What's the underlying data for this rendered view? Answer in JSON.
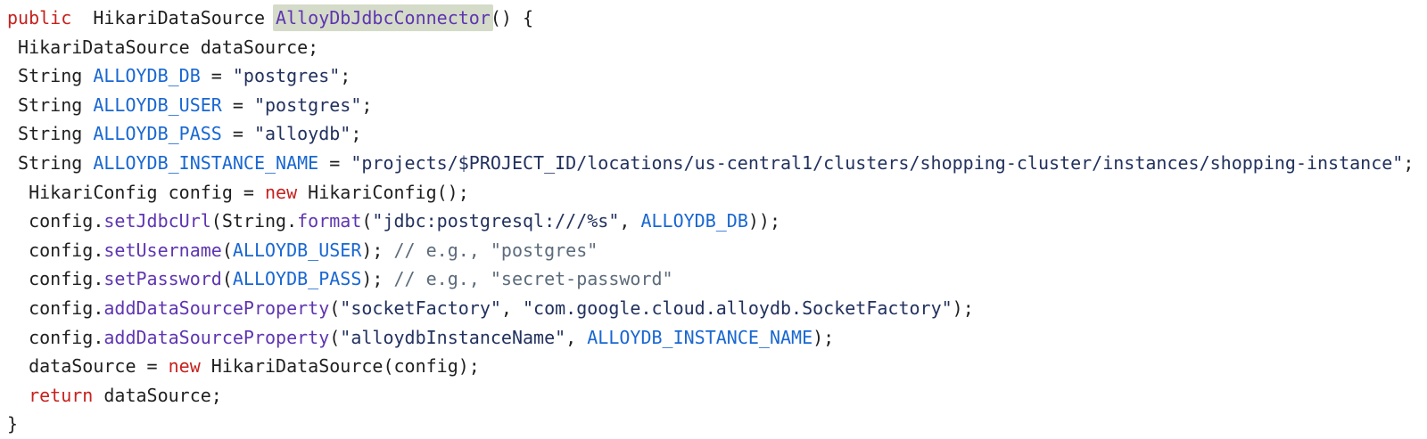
{
  "code_block": {
    "language": "java",
    "highlighted_symbol": "AlloyDbJdbcConnector",
    "colors": {
      "plain": "#1f1f1f",
      "keyword": "#c5221f",
      "constant": "#1967d2",
      "method": "#5e35b1",
      "string": "#22315e",
      "comment": "#5c6b7a",
      "highlight_bg": "#d4dbc9",
      "background": "#ffffff"
    },
    "lines": [
      {
        "segments": [
          {
            "t": "public",
            "c": "keyword"
          },
          {
            "t": "  HikariDataSource ",
            "c": "plain"
          },
          {
            "t": "AlloyDbJdbcConnector",
            "c": "method",
            "highlight": true
          },
          {
            "t": "() {",
            "c": "plain"
          }
        ]
      },
      {
        "segments": [
          {
            "t": " HikariDataSource dataSource;",
            "c": "plain"
          }
        ]
      },
      {
        "segments": [
          {
            "t": " String ",
            "c": "plain"
          },
          {
            "t": "ALLOYDB_DB",
            "c": "constant"
          },
          {
            "t": " = ",
            "c": "plain"
          },
          {
            "t": "\"postgres\"",
            "c": "string"
          },
          {
            "t": ";",
            "c": "plain"
          }
        ]
      },
      {
        "segments": [
          {
            "t": " String ",
            "c": "plain"
          },
          {
            "t": "ALLOYDB_USER",
            "c": "constant"
          },
          {
            "t": " = ",
            "c": "plain"
          },
          {
            "t": "\"postgres\"",
            "c": "string"
          },
          {
            "t": ";",
            "c": "plain"
          }
        ]
      },
      {
        "segments": [
          {
            "t": " String ",
            "c": "plain"
          },
          {
            "t": "ALLOYDB_PASS",
            "c": "constant"
          },
          {
            "t": " = ",
            "c": "plain"
          },
          {
            "t": "\"alloydb\"",
            "c": "string"
          },
          {
            "t": ";",
            "c": "plain"
          }
        ]
      },
      {
        "segments": [
          {
            "t": " String ",
            "c": "plain"
          },
          {
            "t": "ALLOYDB_INSTANCE_NAME",
            "c": "constant"
          },
          {
            "t": " = ",
            "c": "plain"
          },
          {
            "t": "\"projects/$PROJECT_ID/locations/us-central1/clusters/shopping-cluster/instances/shopping-instance\"",
            "c": "string"
          },
          {
            "t": ";",
            "c": "plain"
          }
        ]
      },
      {
        "segments": [
          {
            "t": "  HikariConfig config = ",
            "c": "plain"
          },
          {
            "t": "new",
            "c": "keyword"
          },
          {
            "t": " HikariConfig();",
            "c": "plain"
          }
        ]
      },
      {
        "segments": [
          {
            "t": "  config.",
            "c": "plain"
          },
          {
            "t": "setJdbcUrl",
            "c": "method"
          },
          {
            "t": "(String.",
            "c": "plain"
          },
          {
            "t": "format",
            "c": "method"
          },
          {
            "t": "(",
            "c": "plain"
          },
          {
            "t": "\"jdbc:postgresql:///%s\"",
            "c": "string"
          },
          {
            "t": ", ",
            "c": "plain"
          },
          {
            "t": "ALLOYDB_DB",
            "c": "constant"
          },
          {
            "t": "));",
            "c": "plain"
          }
        ]
      },
      {
        "segments": [
          {
            "t": "  config.",
            "c": "plain"
          },
          {
            "t": "setUsername",
            "c": "method"
          },
          {
            "t": "(",
            "c": "plain"
          },
          {
            "t": "ALLOYDB_USER",
            "c": "constant"
          },
          {
            "t": "); ",
            "c": "plain"
          },
          {
            "t": "// e.g., \"postgres\"",
            "c": "comment"
          }
        ]
      },
      {
        "segments": [
          {
            "t": "  config.",
            "c": "plain"
          },
          {
            "t": "setPassword",
            "c": "method"
          },
          {
            "t": "(",
            "c": "plain"
          },
          {
            "t": "ALLOYDB_PASS",
            "c": "constant"
          },
          {
            "t": "); ",
            "c": "plain"
          },
          {
            "t": "// e.g., \"secret-password\"",
            "c": "comment"
          }
        ]
      },
      {
        "segments": [
          {
            "t": "  config.",
            "c": "plain"
          },
          {
            "t": "addDataSourceProperty",
            "c": "method"
          },
          {
            "t": "(",
            "c": "plain"
          },
          {
            "t": "\"socketFactory\"",
            "c": "string"
          },
          {
            "t": ", ",
            "c": "plain"
          },
          {
            "t": "\"com.google.cloud.alloydb.SocketFactory\"",
            "c": "string"
          },
          {
            "t": ");",
            "c": "plain"
          }
        ]
      },
      {
        "segments": [
          {
            "t": "  config.",
            "c": "plain"
          },
          {
            "t": "addDataSourceProperty",
            "c": "method"
          },
          {
            "t": "(",
            "c": "plain"
          },
          {
            "t": "\"alloydbInstanceName\"",
            "c": "string"
          },
          {
            "t": ", ",
            "c": "plain"
          },
          {
            "t": "ALLOYDB_INSTANCE_NAME",
            "c": "constant"
          },
          {
            "t": ");",
            "c": "plain"
          }
        ]
      },
      {
        "segments": [
          {
            "t": "  dataSource = ",
            "c": "plain"
          },
          {
            "t": "new",
            "c": "keyword"
          },
          {
            "t": " HikariDataSource(config);",
            "c": "plain"
          }
        ]
      },
      {
        "segments": [
          {
            "t": "  ",
            "c": "plain"
          },
          {
            "t": "return",
            "c": "keyword"
          },
          {
            "t": " dataSource;",
            "c": "plain"
          }
        ]
      },
      {
        "segments": [
          {
            "t": "}",
            "c": "plain"
          }
        ]
      }
    ]
  }
}
